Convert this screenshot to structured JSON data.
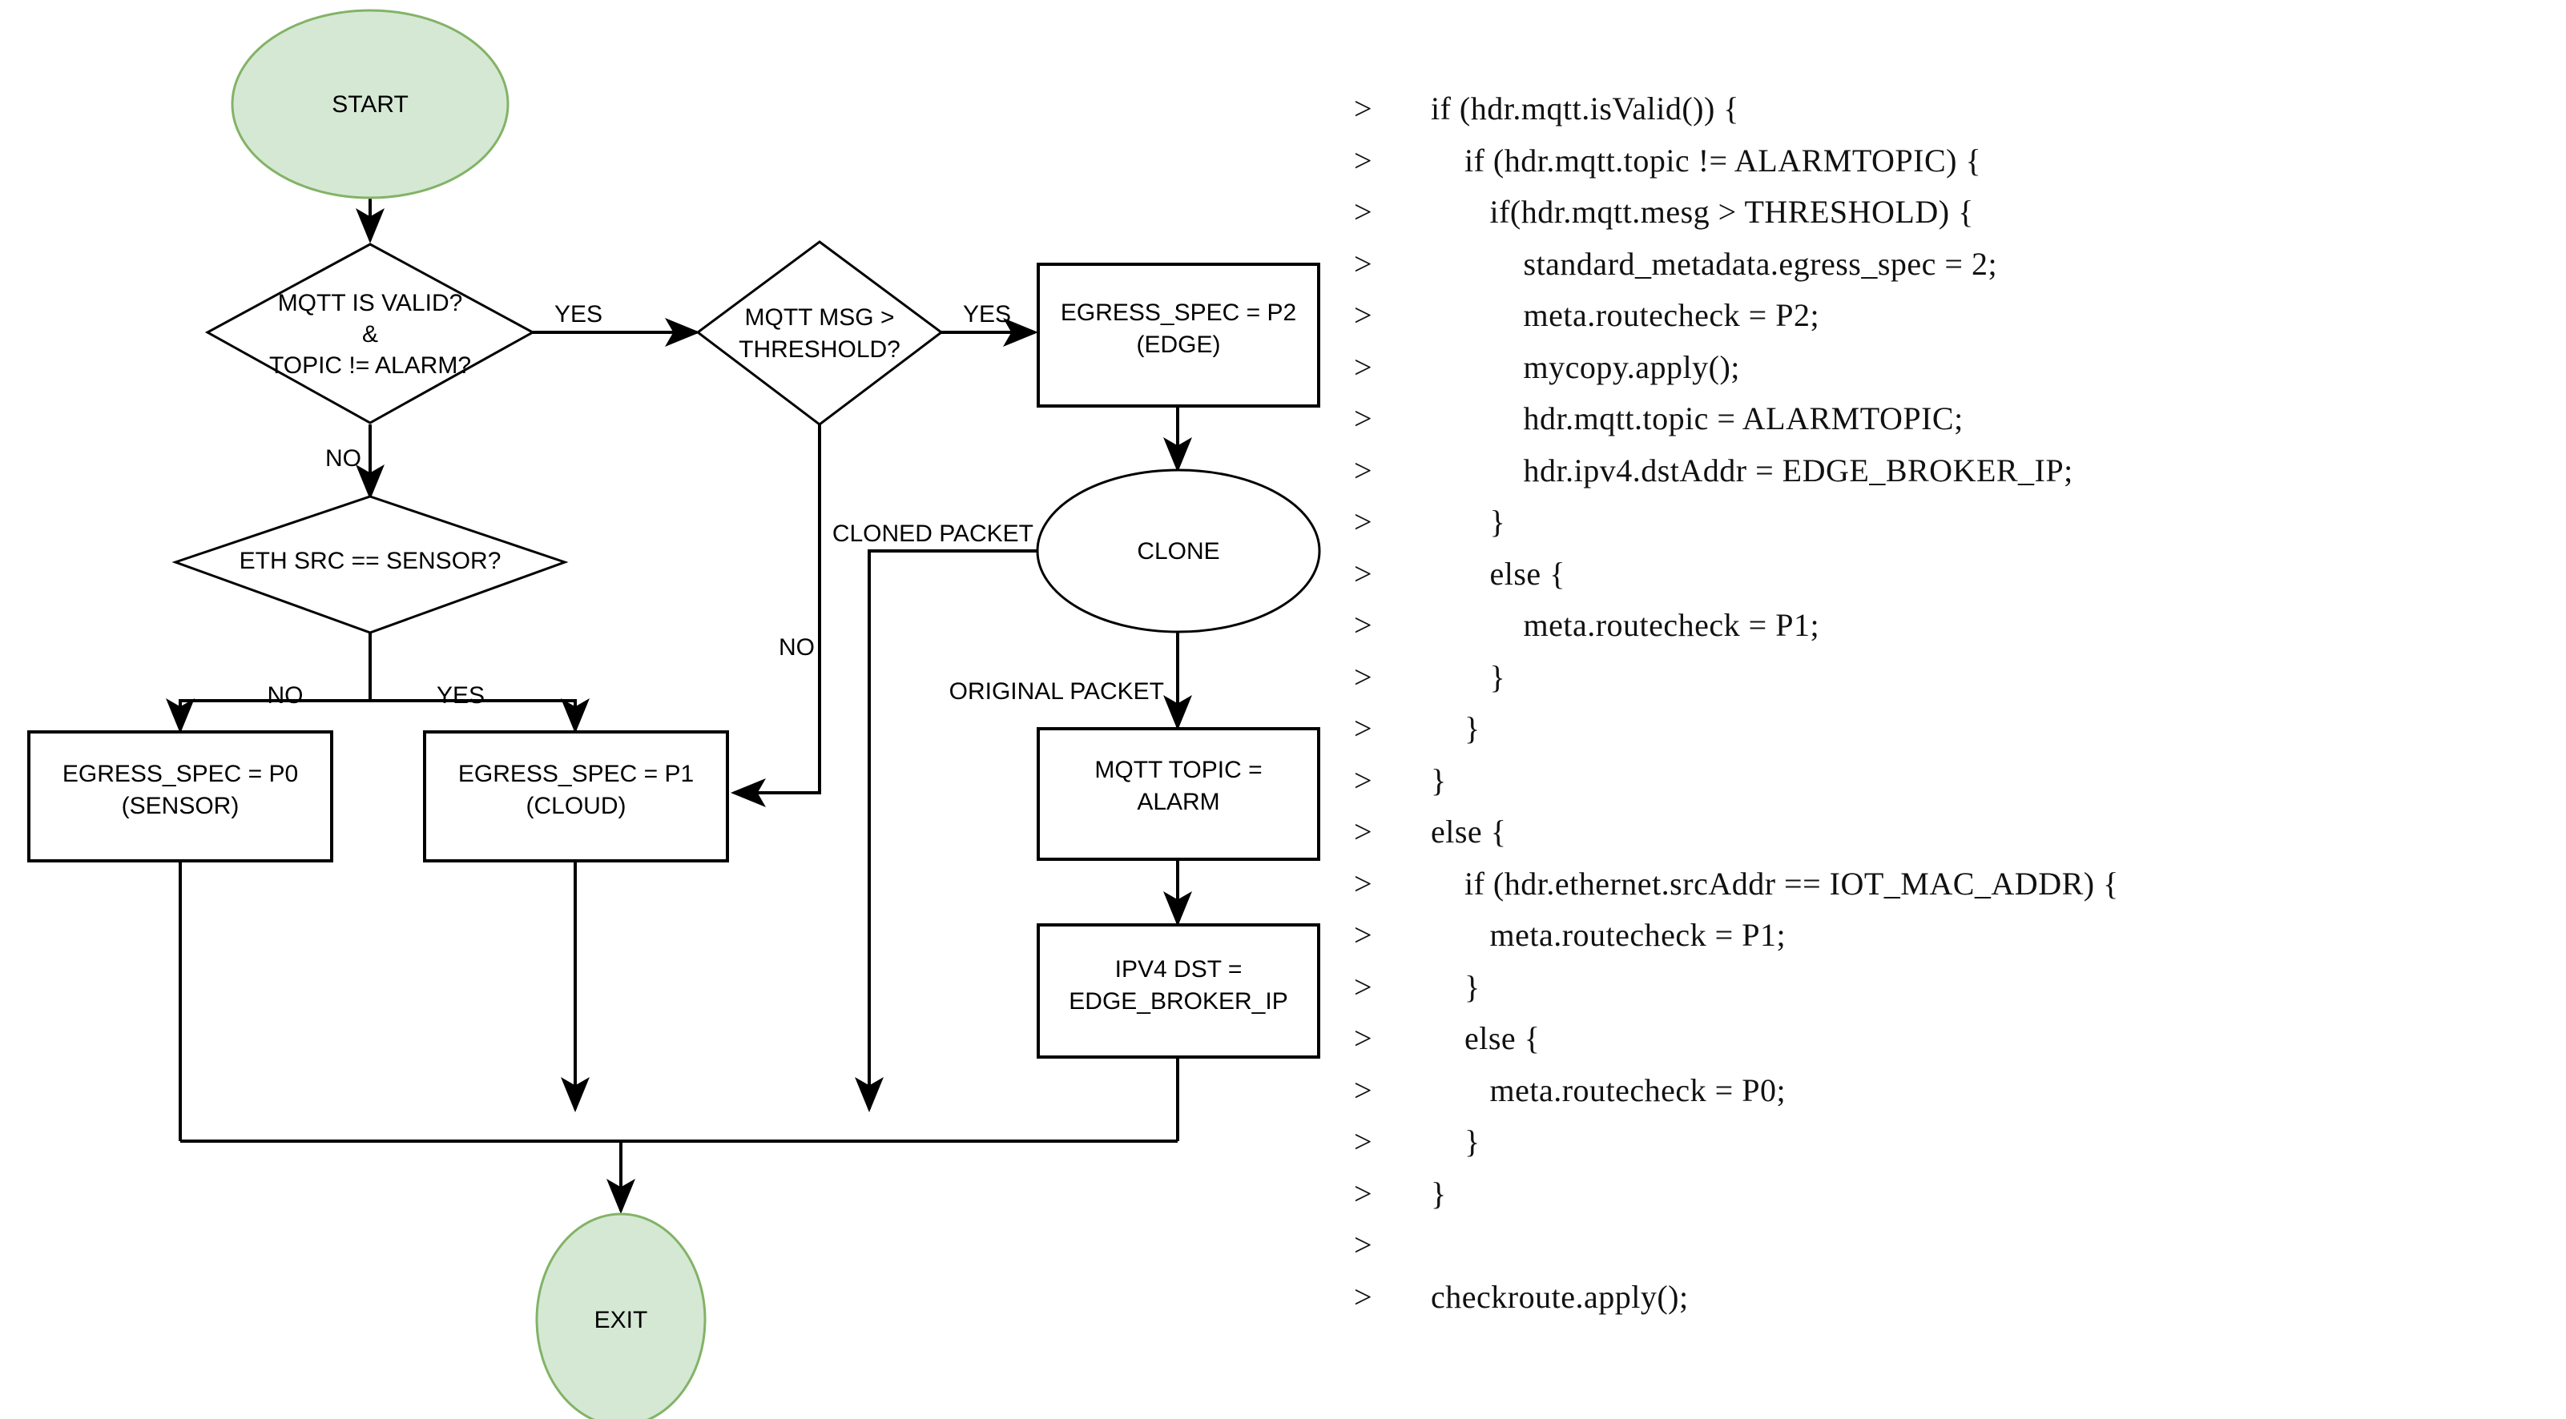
{
  "flowchart": {
    "nodes": {
      "start": {
        "label": "START",
        "shape": "ellipse",
        "fill": "#d5e8d4",
        "stroke": "#82b366"
      },
      "decision_mqtt_valid": {
        "line1": "MQTT IS VALID?",
        "line2": "&",
        "line3": "TOPIC != ALARM?",
        "shape": "diamond"
      },
      "decision_mqtt_msg": {
        "line1": "MQTT MSG >",
        "line2": "THRESHOLD?",
        "shape": "diamond"
      },
      "decision_eth_src": {
        "line1": "ETH SRC == SENSOR?",
        "shape": "diamond"
      },
      "box_p2": {
        "line1": "EGRESS_SPEC = P2",
        "line2": "(EDGE)",
        "shape": "box"
      },
      "box_p1": {
        "line1": "EGRESS_SPEC = P1",
        "line2": "(CLOUD)",
        "shape": "box"
      },
      "box_p0": {
        "line1": "EGRESS_SPEC = P0",
        "line2": "(SENSOR)",
        "shape": "box"
      },
      "clone": {
        "label": "CLONE",
        "shape": "ellipse",
        "fill": "#ffffff",
        "stroke": "#000000"
      },
      "box_mqtt_topic": {
        "line1": "MQTT TOPIC =",
        "line2": "ALARM",
        "shape": "box"
      },
      "box_ipv4_dst": {
        "line1": "IPV4 DST =",
        "line2": "EDGE_BROKER_IP",
        "shape": "box"
      },
      "exit": {
        "label": "EXIT",
        "shape": "ellipse",
        "fill": "#d5e8d4",
        "stroke": "#82b366"
      }
    },
    "edge_labels": {
      "valid_yes": "YES",
      "valid_no": "NO",
      "msg_yes": "YES",
      "msg_no": "NO",
      "eth_no": "NO",
      "eth_yes": "YES",
      "cloned_packet": "CLONED PACKET",
      "original_packet": "ORIGINAL PACKET"
    }
  },
  "code": {
    "prompt": ">",
    "lines": [
      {
        "prompt": ">",
        "text": "  if (hdr.mqtt.isValid()) {"
      },
      {
        "prompt": ">",
        "text": "      if (hdr.mqtt.topic != ALARMTOPIC) {"
      },
      {
        "prompt": ">",
        "text": "         if(hdr.mqtt.mesg > THRESHOLD) {"
      },
      {
        "prompt": ">",
        "text": "             standard_metadata.egress_spec = 2;"
      },
      {
        "prompt": ">",
        "text": "             meta.routecheck = P2;"
      },
      {
        "prompt": ">",
        "text": "             mycopy.apply();"
      },
      {
        "prompt": ">",
        "text": "             hdr.mqtt.topic = ALARMTOPIC;"
      },
      {
        "prompt": ">",
        "text": "             hdr.ipv4.dstAddr = EDGE_BROKER_IP;"
      },
      {
        "prompt": ">",
        "text": "         }"
      },
      {
        "prompt": ">",
        "text": "         else {"
      },
      {
        "prompt": ">",
        "text": "             meta.routecheck = P1;"
      },
      {
        "prompt": ">",
        "text": "         }"
      },
      {
        "prompt": ">",
        "text": "      }"
      },
      {
        "prompt": ">",
        "text": "  }"
      },
      {
        "prompt": ">",
        "text": "  else {"
      },
      {
        "prompt": ">",
        "text": "      if (hdr.ethernet.srcAddr == IOT_MAC_ADDR) {"
      },
      {
        "prompt": ">",
        "text": "         meta.routecheck = P1;"
      },
      {
        "prompt": ">",
        "text": "      }"
      },
      {
        "prompt": ">",
        "text": "      else {"
      },
      {
        "prompt": ">",
        "text": "         meta.routecheck = P0;"
      },
      {
        "prompt": ">",
        "text": "      }"
      },
      {
        "prompt": ">",
        "text": "  }"
      },
      {
        "prompt": ">",
        "text": ""
      },
      {
        "prompt": ">",
        "text": "  checkroute.apply();"
      }
    ]
  }
}
